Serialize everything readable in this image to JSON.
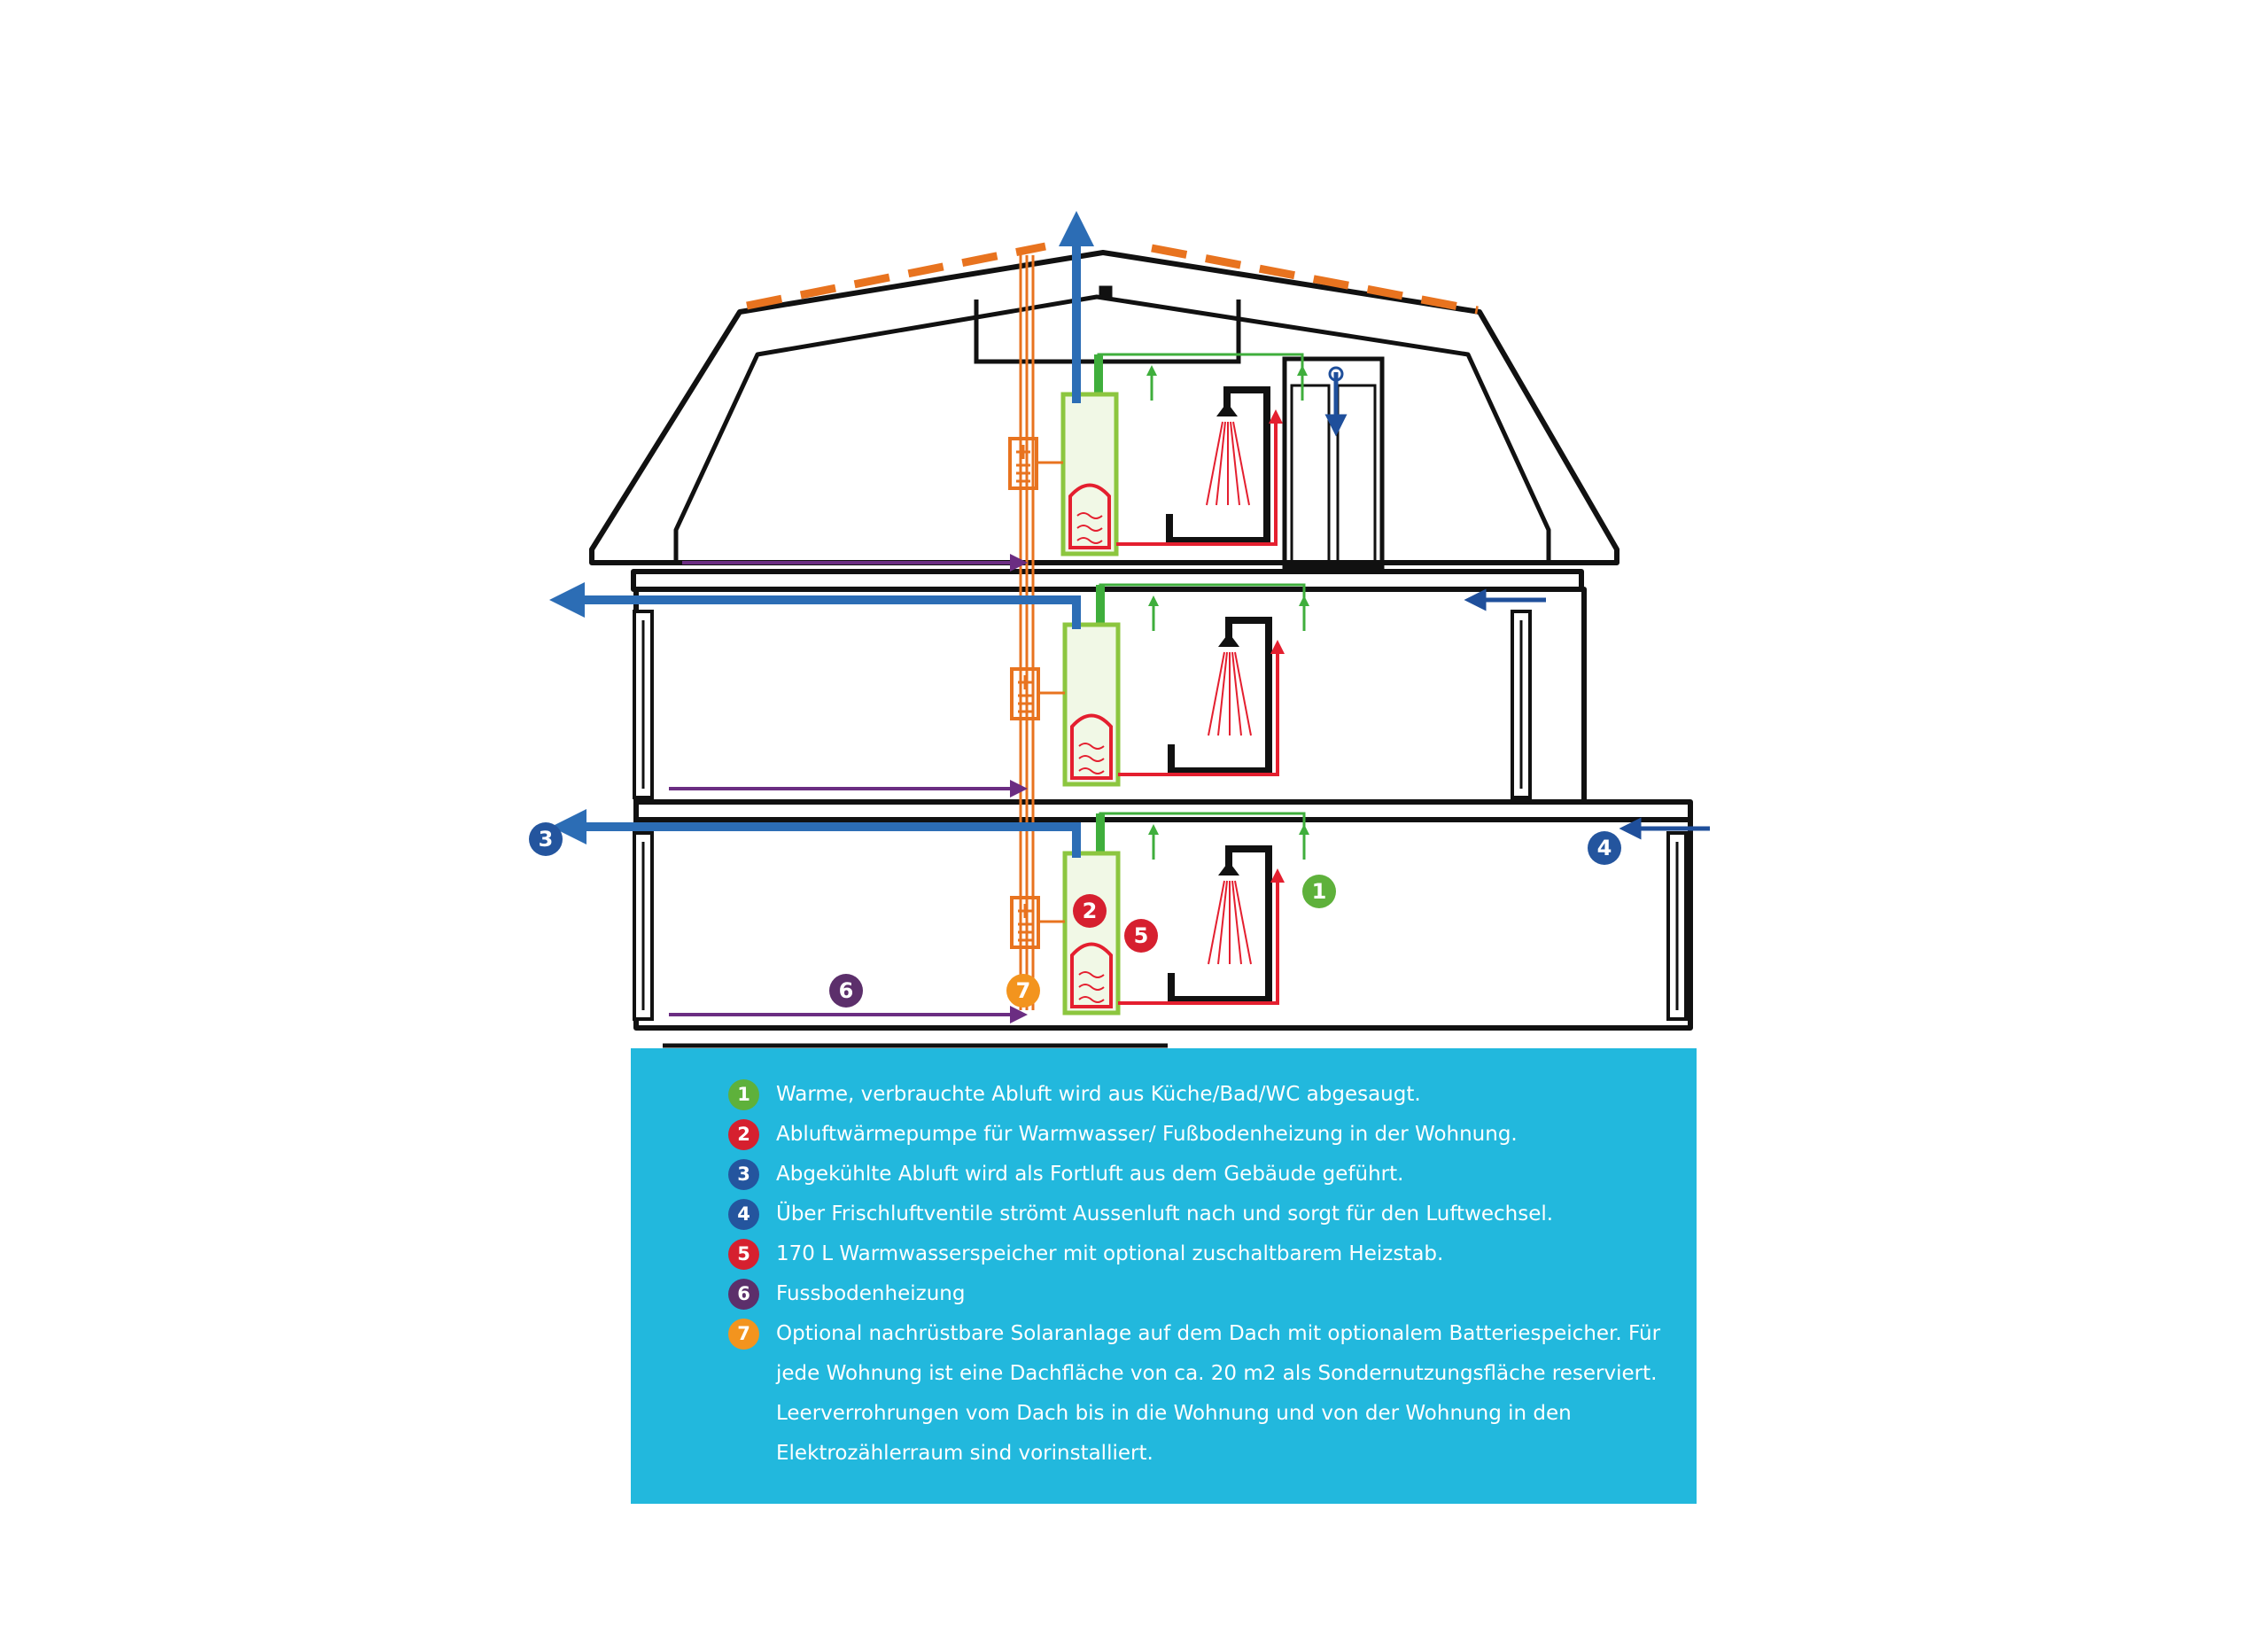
{
  "colors": {
    "building": "#111111",
    "solar": "#e8731f",
    "exhaust_blue": "#2c6db5",
    "fresh_air_blue": "#1f4f9b",
    "green_duct": "#3fae3c",
    "heat_pump_box": "#8cc63f",
    "hot_water_red": "#e41f2f",
    "floor_heating_purple": "#6b2d82",
    "electric_orange": "#e8731f",
    "legend_bg": "#22b8dd",
    "legend_text": "#ffffff"
  },
  "markers": [
    {
      "num": "1",
      "color": "#5eb13b"
    },
    {
      "num": "2",
      "color": "#d6202f"
    },
    {
      "num": "3",
      "color": "#24559e"
    },
    {
      "num": "4",
      "color": "#24559e"
    },
    {
      "num": "5",
      "color": "#d6202f"
    },
    {
      "num": "6",
      "color": "#5c2f6b"
    },
    {
      "num": "7",
      "color": "#f3941e"
    }
  ],
  "legend": [
    {
      "num": "1",
      "color": "#5eb13b",
      "text": "Warme, verbrauchte Abluft wird aus Küche/Bad/WC abgesaugt."
    },
    {
      "num": "2",
      "color": "#d6202f",
      "text": "Abluftwärmepumpe für Warmwasser/ Fußbodenheizung in der Wohnung."
    },
    {
      "num": "3",
      "color": "#24559e",
      "text": "Abgekühlte Abluft wird als Fortluft aus dem Gebäude geführt."
    },
    {
      "num": "4",
      "color": "#24559e",
      "text": "Über Frischluftventile strömt Aussenluft nach und sorgt für den Luftwechsel."
    },
    {
      "num": "5",
      "color": "#d6202f",
      "text": "170 L Warmwasserspeicher mit optional zuschaltbarem Heizstab."
    },
    {
      "num": "6",
      "color": "#5c2f6b",
      "text": "Fussbodenheizung"
    },
    {
      "num": "7",
      "color": "#f3941e",
      "text": "Optional nachrüstbare Solaranlage auf dem Dach mit optionalem Batteriespeicher. Für jede Wohnung ist eine Dachfläche von ca. 20 m2 als Sondernutzungsfläche reserviert. Leerverrohrungen vom Dach bis in die Wohnung und von der Wohnung in den Elektrozäh­lerraum sind vorinstalliert."
    }
  ]
}
